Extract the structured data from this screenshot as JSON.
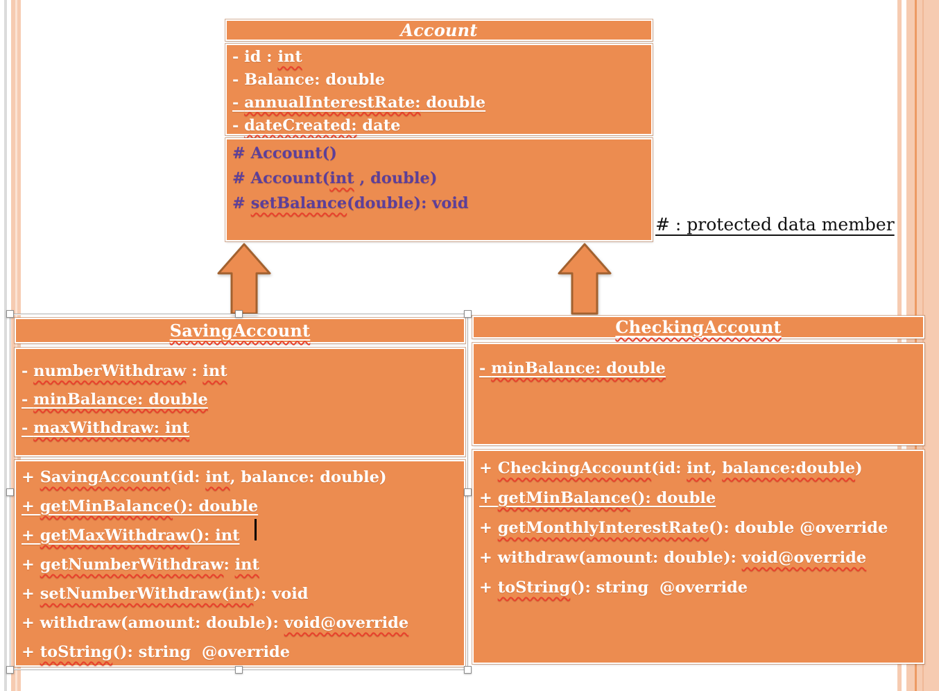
{
  "legend": {
    "text": "# : protected data member"
  },
  "colors": {
    "box_fill": "#EC8C50",
    "box_edge": "#C27A42",
    "white_text": "#FFFFFF",
    "account_method_text": "#5C3F99",
    "squiggle": "#E8402C",
    "arrow_fill": "#EC8C50",
    "arrow_border": "#A2612F",
    "legend_text": "#121212",
    "caret": "#000000",
    "stripe_gray": "#DBDBDB",
    "stripe_peach": "#F6CBB1",
    "stripe_peach_light": "#FBE3D4",
    "stripe_peach_dark": "#ED9A63",
    "stripe_peach_mid": "#F0B896",
    "selection_border": "#AEAEAE"
  },
  "classes": [
    {
      "id": "acc",
      "name": "Account",
      "title_italic": true,
      "title": [
        [
          "Account",
          ""
        ]
      ],
      "attributes": [
        [
          [
            "- id : ",
            ""
          ],
          [
            "int",
            "sq"
          ]
        ],
        [
          [
            "- Balance: double",
            ""
          ]
        ],
        [
          [
            "- ",
            "u"
          ],
          [
            "annualInterestRate:",
            "u sq"
          ],
          [
            " double",
            "u"
          ]
        ],
        [
          [
            "- ",
            ""
          ],
          [
            "dateCreated:",
            "sq"
          ],
          [
            " date",
            ""
          ]
        ]
      ],
      "methods": [
        [
          [
            "# Account()",
            ""
          ]
        ],
        [
          [
            "# Account(",
            ""
          ],
          [
            "int",
            "sq"
          ],
          [
            " , double)",
            ""
          ]
        ],
        [
          [
            "# ",
            ""
          ],
          [
            "setBalance",
            "sq"
          ],
          [
            "(double): void",
            ""
          ]
        ]
      ],
      "method_text_color": "#5C3F99"
    },
    {
      "id": "sav",
      "name": "SavingAccount",
      "title_italic": false,
      "title": [
        [
          "SavingAccount",
          "u sq"
        ]
      ],
      "attributes": [
        [
          [
            "- ",
            ""
          ],
          [
            "numberWithdraw",
            "sq"
          ],
          [
            " : ",
            ""
          ],
          [
            "int",
            "sq"
          ]
        ],
        [
          [
            "- ",
            "u"
          ],
          [
            "minBalance: double",
            "u sq"
          ]
        ],
        [
          [
            "- ",
            "u"
          ],
          [
            "maxWithdraw: int",
            "u sq"
          ]
        ]
      ],
      "methods": [
        [
          [
            "+ ",
            ""
          ],
          [
            "SavingAccount",
            "sq"
          ],
          [
            "(id: ",
            ""
          ],
          [
            "int",
            "sq"
          ],
          [
            ", balance: double)",
            ""
          ]
        ],
        [
          [
            "+ ",
            "u"
          ],
          [
            "getMinBalance",
            "u sq"
          ],
          [
            "(): double",
            "u"
          ]
        ],
        [
          [
            "+ ",
            "u"
          ],
          [
            "getMaxWithdraw",
            "u sq"
          ],
          [
            "(): int",
            "u"
          ]
        ],
        [
          [
            "+ ",
            ""
          ],
          [
            "getNumberWithdraw",
            "sq"
          ],
          [
            ": ",
            ""
          ],
          [
            "int",
            "sq"
          ]
        ],
        [
          [
            "+ ",
            ""
          ],
          [
            "setNumberWithdraw(int",
            "sq"
          ],
          [
            "): void",
            ""
          ]
        ],
        [
          [
            "+ withdraw(amount: double): ",
            ""
          ],
          [
            "void@override",
            "sq"
          ]
        ],
        [
          [
            "+ ",
            ""
          ],
          [
            "toString",
            "sq"
          ],
          [
            "(): string  @override",
            ""
          ]
        ]
      ],
      "method_text_color": "#FFFFFF"
    },
    {
      "id": "chk",
      "name": "CheckingAccount",
      "title_italic": false,
      "title": [
        [
          "CheckingAccount",
          "u sq"
        ]
      ],
      "attributes": [
        [
          [
            "- ",
            "u"
          ],
          [
            "minBalance: double",
            "u sq"
          ]
        ]
      ],
      "methods": [
        [
          [
            "+ ",
            ""
          ],
          [
            "CheckingAccount",
            "sq"
          ],
          [
            "(id: ",
            ""
          ],
          [
            "int",
            "sq"
          ],
          [
            ", ",
            ""
          ],
          [
            "balance:double",
            "sq"
          ],
          [
            ")",
            ""
          ]
        ],
        [
          [
            "+ ",
            "u"
          ],
          [
            "getMinBalance",
            "u sq"
          ],
          [
            "(): double",
            "u"
          ]
        ],
        [
          [
            "+ ",
            ""
          ],
          [
            "getMonthlyInterestRate",
            "sq"
          ],
          [
            "(): double @override",
            ""
          ]
        ],
        [
          [
            "+ withdraw(amount: double): ",
            ""
          ],
          [
            "void@override",
            "sq"
          ]
        ],
        [
          [
            "+ ",
            ""
          ],
          [
            "toString",
            "sq"
          ],
          [
            "(): string  @override",
            ""
          ]
        ]
      ],
      "method_text_color": "#FFFFFF"
    }
  ]
}
